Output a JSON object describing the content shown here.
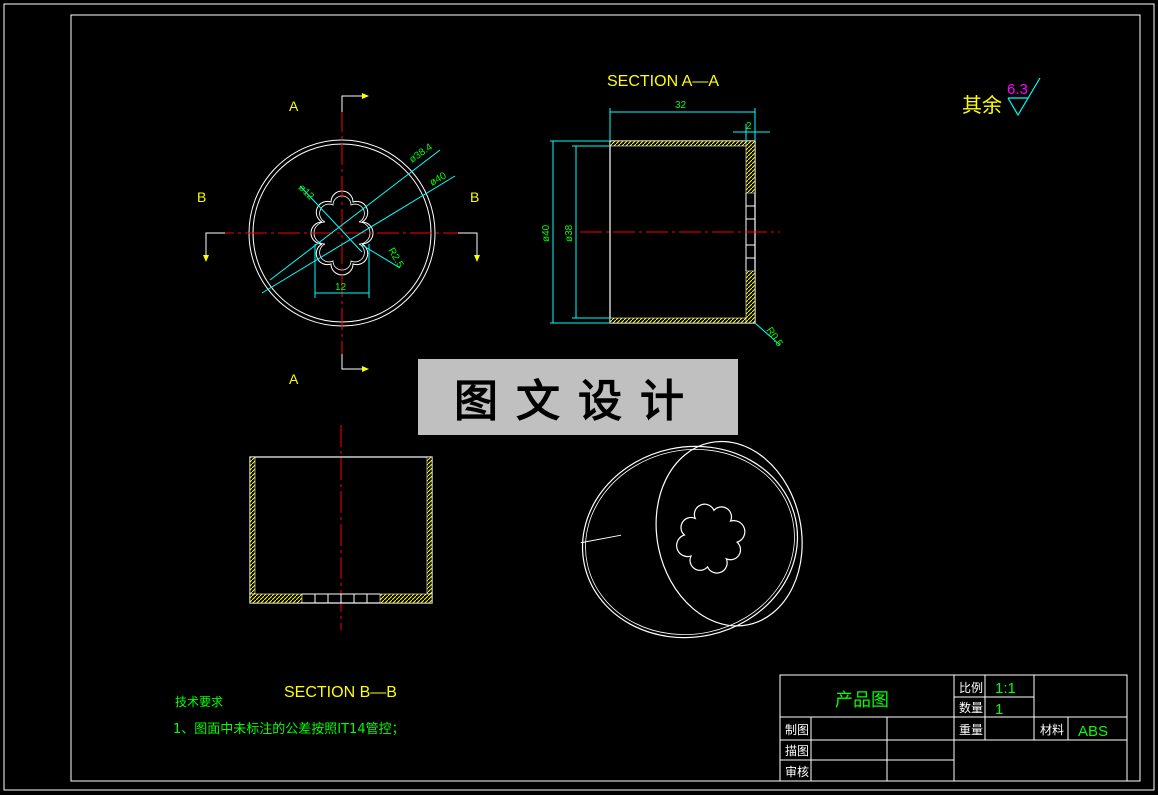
{
  "drawing": {
    "roughness": {
      "prefix": "其余",
      "value": "6.3"
    },
    "section_aa": {
      "title": "SECTION A—A",
      "dim_width": "32",
      "dim_wall": "2",
      "dim_od": "ø40",
      "dim_id": "ø38",
      "dim_radius": "R0.5"
    },
    "section_bb": {
      "title": "SECTION B—B"
    },
    "plan_view": {
      "label_a_top": "A",
      "label_a_bottom": "A",
      "label_b_left": "B",
      "label_b_right": "B",
      "dim_d384": "ø38.4",
      "dim_d40": "ø40",
      "dim_d12": "ø12",
      "dim_r25": "R2.5",
      "dim_12": "12"
    },
    "tech_req": {
      "heading": "技术要求",
      "item1": "1、图面中未标注的公差按照IT14管控；"
    },
    "watermark": "图文设计",
    "title_block": {
      "drawing_name": "产品图",
      "scale_label": "比例",
      "scale_value": "1:1",
      "qty_label": "数量",
      "qty_value": "1",
      "weight_label": "重量",
      "material_label": "材料",
      "material_value": "ABS",
      "drawn_label": "制图",
      "traced_label": "描图",
      "checked_label": "审核"
    },
    "colors": {
      "outline": "#ffffff",
      "yellow": "#ffff00",
      "cyan": "#00ffff",
      "red": "#ff0000",
      "green": "#00ff00",
      "magenta": "#ff00ff"
    }
  }
}
